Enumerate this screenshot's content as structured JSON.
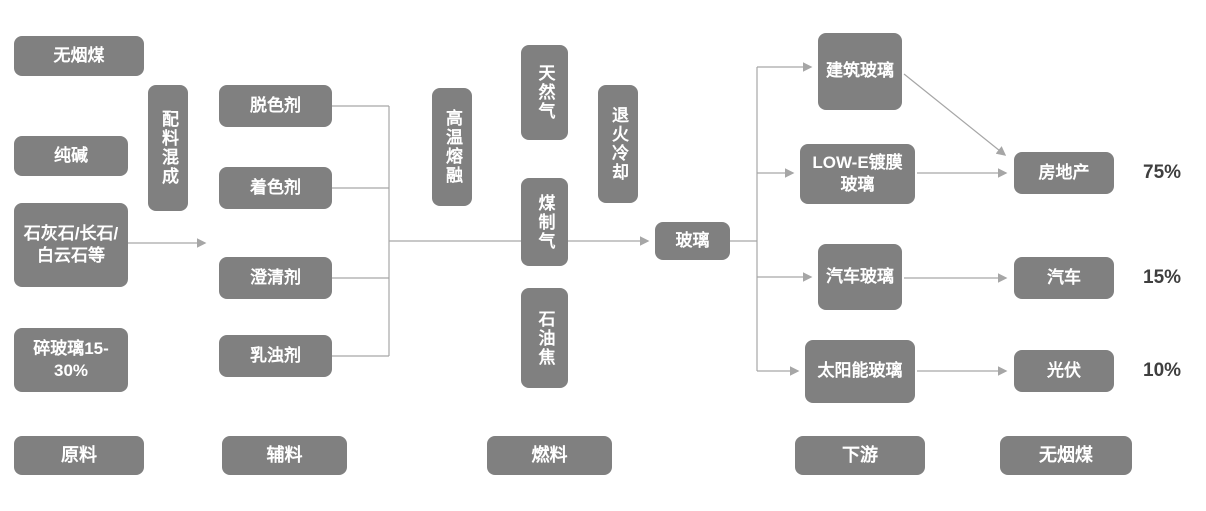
{
  "colors": {
    "node_background": "#808080",
    "node_text": "#ffffff",
    "connector": "#a6a6a6",
    "percent_text": "#3f3f3f",
    "page_background": "#ffffff"
  },
  "nodes": {
    "anthracite": "无烟煤",
    "soda_ash": "纯碱",
    "limestone": "石灰石/长石/白云石等",
    "cullet": "碎玻璃15-30%",
    "batching": "配料混成",
    "decolorizer": "脱色剂",
    "colorant": "着色剂",
    "clarifier": "澄清剂",
    "opacifier": "乳浊剂",
    "melting": "高温熔融",
    "natural_gas": "天然气",
    "coal_gas": "煤制气",
    "petroleum_coke": "石油焦",
    "annealing": "退火冷却",
    "glass": "玻璃",
    "architectural_glass": "建筑玻璃",
    "lowe_glass": "LOW-E镀膜玻璃",
    "auto_glass": "汽车玻璃",
    "solar_glass": "太阳能玻璃",
    "real_estate": "房地产",
    "automobile": "汽车",
    "photovoltaic": "光伏"
  },
  "shares": {
    "real_estate": "75%",
    "automobile": "15%",
    "photovoltaic": "10%"
  },
  "category_labels": {
    "raw_materials": "原料",
    "auxiliary": "辅料",
    "fuel": "燃料",
    "downstream": "下游",
    "end_market": "无烟煤"
  },
  "edges": [
    {
      "from": "limestone",
      "to": "auxiliary_column"
    },
    {
      "from": "auxiliary_merge",
      "to": "glass"
    },
    {
      "from": "glass",
      "to": "architectural_glass"
    },
    {
      "from": "glass",
      "to": "lowe_glass"
    },
    {
      "from": "glass",
      "to": "auto_glass"
    },
    {
      "from": "glass",
      "to": "solar_glass"
    },
    {
      "from": "architectural_glass",
      "to": "real_estate"
    },
    {
      "from": "lowe_glass",
      "to": "real_estate"
    },
    {
      "from": "auto_glass",
      "to": "automobile"
    },
    {
      "from": "solar_glass",
      "to": "photovoltaic"
    }
  ]
}
